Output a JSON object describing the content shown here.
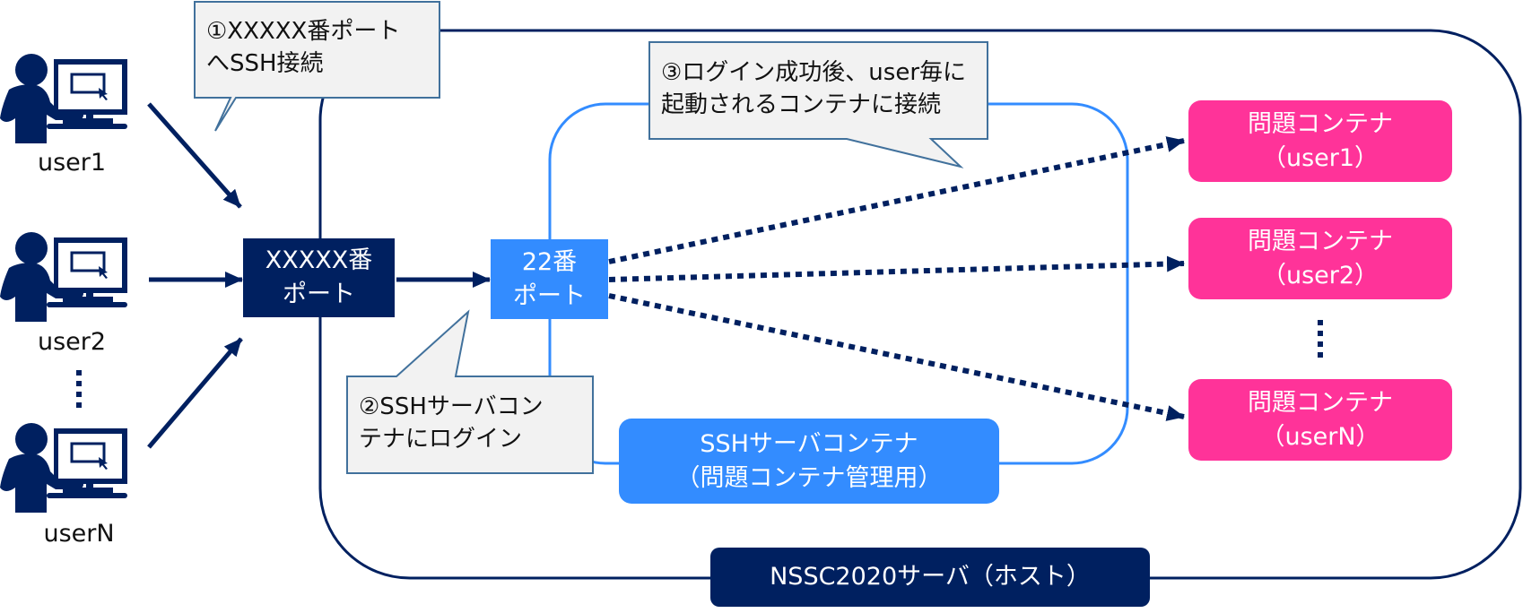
{
  "colors": {
    "navy": "#002060",
    "blue": "#338cff",
    "pink": "#ff3399",
    "callout_fill": "#f2f2f2",
    "callout_border": "#41719c"
  },
  "users": [
    {
      "label": "user1",
      "icon": "user-computer-icon"
    },
    {
      "label": "user2",
      "icon": "user-computer-icon"
    },
    {
      "label": "userN",
      "icon": "user-computer-icon"
    }
  ],
  "ports": {
    "external": {
      "line1": "XXXXX番",
      "line2": "ポート"
    },
    "internal": {
      "line1": "22番",
      "line2": "ポート"
    }
  },
  "ssh_container": {
    "line1": "SSHサーバコンテナ",
    "line2": "（問題コンテナ管理用）"
  },
  "host": {
    "label": "NSSC2020サーバ（ホスト）"
  },
  "problem_containers": [
    {
      "line1": "問題コンテナ",
      "line2": "（user1）"
    },
    {
      "line1": "問題コンテナ",
      "line2": "（user2）"
    },
    {
      "line1": "問題コンテナ",
      "line2": "（userN）"
    }
  ],
  "callouts": {
    "step1": {
      "line1": "①XXXXX番ポート",
      "line2": "へSSH接続"
    },
    "step2": {
      "line1": "②SSHサーバコン",
      "line2": "テナにログイン"
    },
    "step3": {
      "line1": "③ログイン成功後、user毎に",
      "line2": "起動されるコンテナに接続"
    }
  }
}
